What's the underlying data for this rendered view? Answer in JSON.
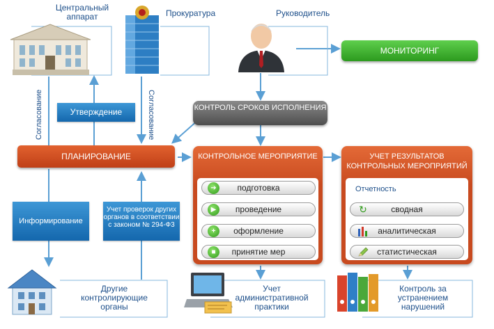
{
  "nodes": {
    "central": "Центральный аппарат",
    "prosecutor": "Прокуратура",
    "head": "Руководитель",
    "monitoring": "МОНИТОРИНГ",
    "deadline_control": "КОНТРОЛЬ СРОКОВ ИСПОЛНЕНИЯ",
    "planning": "ПЛАНИРОВАНИЕ",
    "approval": "Утверждение",
    "agreement_left": "Согласование",
    "agreement_right": "Согласование",
    "informing": "Информирование",
    "checks_note": "Учет проверок других органов в соответствии  с законом № 294-Ф3",
    "control_event": {
      "title": "КОНТРОЛЬНОЕ МЕРОПРИЯТИЕ",
      "steps": [
        "подготовка",
        "проведение",
        "оформление",
        "принятие мер"
      ]
    },
    "results": {
      "title": "УЧЕТ РЕЗУЛЬТАТОВ КОНТРОЛЬНЫХ МЕРОПРИЯТИЙ",
      "reports_label": "Отчетность",
      "reports": [
        "сводная",
        "аналитическая",
        "статистическая"
      ]
    },
    "other_bodies": "Другие контролирующие органы",
    "admin_practice": "Учет административной практики",
    "violations": "Контроль за устранением нарушений"
  },
  "colors": {
    "arrow": "#5a9fd4",
    "red_panel": "#c84a1f",
    "blue_label": "#1467ad",
    "green": "#2c9a1e",
    "gray": "#5a5a5a",
    "text_blue": "#1d4f8a"
  }
}
